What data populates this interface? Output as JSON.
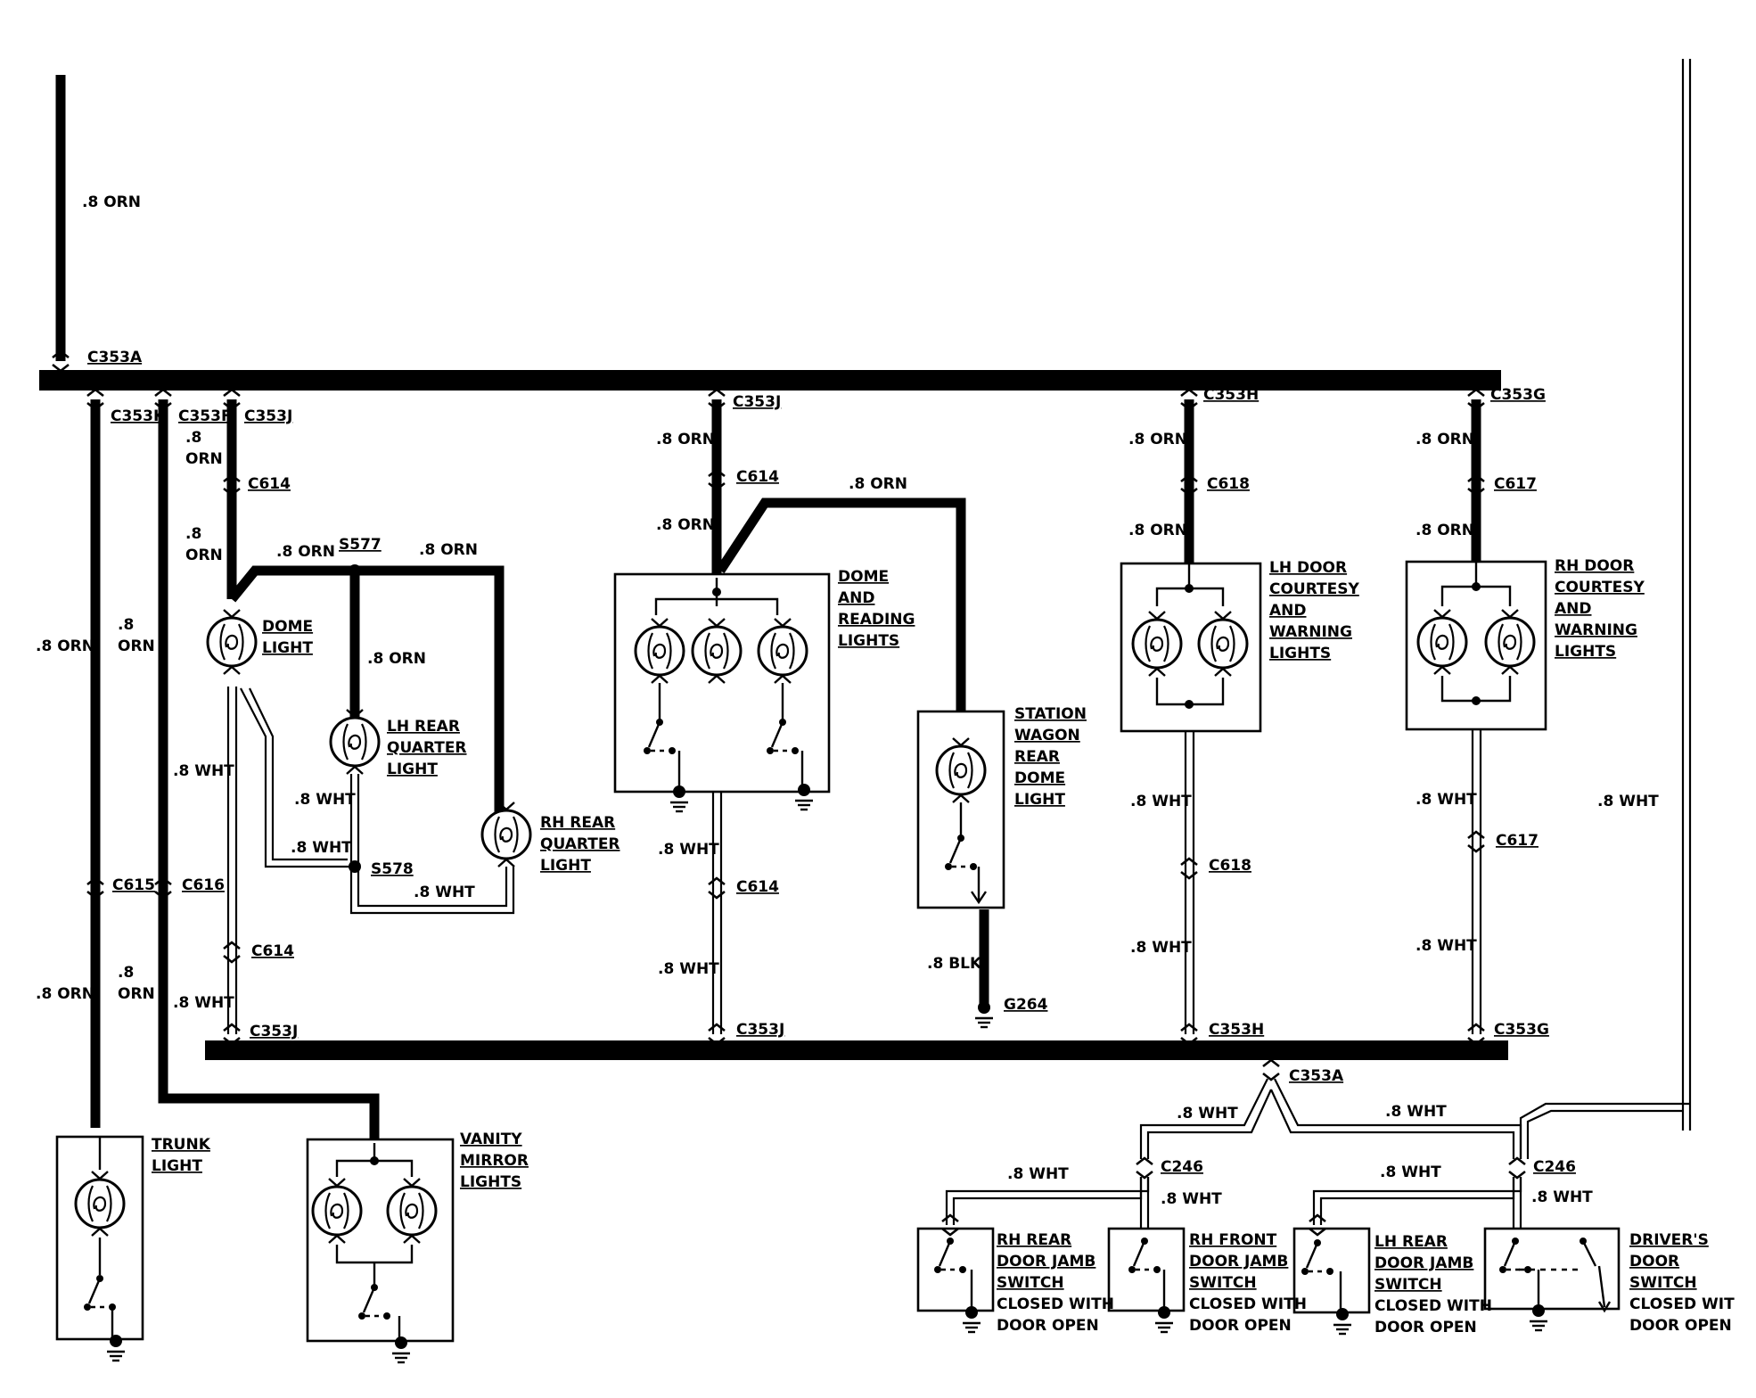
{
  "wires": {
    "orn": ".8 ORN",
    "orn_top": ".8",
    "orn_bot": "ORN",
    "wht": ".8 WHT",
    "blk": ".8 BLK"
  },
  "connectors": {
    "c353a": "C353A",
    "c353k": "C353K",
    "c353f": "C353F",
    "c353j": "C353J",
    "c353h": "C353H",
    "c353g": "C353G",
    "c614": "C614",
    "c615": "C615",
    "c616": "C616",
    "c617": "C617",
    "c618": "C618",
    "c246": "C246",
    "s577": "S577",
    "s578": "S578",
    "g264": "G264"
  },
  "components": {
    "dome": [
      "DOME",
      "LIGHT"
    ],
    "lh_rear_quarter": [
      "LH REAR",
      "QUARTER",
      "LIGHT"
    ],
    "rh_rear_quarter": [
      "RH REAR",
      "QUARTER",
      "LIGHT"
    ],
    "dome_reading": [
      "DOME",
      "AND",
      "READING",
      "LIGHTS"
    ],
    "station_wagon": [
      "STATION",
      "WAGON",
      "REAR",
      "DOME",
      "LIGHT"
    ],
    "lh_door": [
      "LH DOOR",
      "COURTESY",
      "AND",
      "WARNING",
      "LIGHTS"
    ],
    "rh_door": [
      "RH DOOR",
      "COURTESY",
      "AND",
      "WARNING",
      "LIGHTS"
    ],
    "trunk": [
      "TRUNK",
      "LIGHT"
    ],
    "vanity": [
      "VANITY",
      "MIRROR",
      "LIGHTS"
    ],
    "rh_rear_jamb": [
      "RH REAR",
      "DOOR JAMB",
      "SWITCH"
    ],
    "rh_front_jamb": [
      "RH FRONT",
      "DOOR JAMB",
      "SWITCH"
    ],
    "lh_rear_jamb": [
      "LH REAR",
      "DOOR JAMB",
      "SWITCH"
    ],
    "drivers_door": [
      "DRIVER'S",
      "DOOR",
      "SWITCH"
    ],
    "closed_with": "CLOSED WITH",
    "closed_with_cut": "CLOSED WIT",
    "door_open": "DOOR OPEN"
  }
}
